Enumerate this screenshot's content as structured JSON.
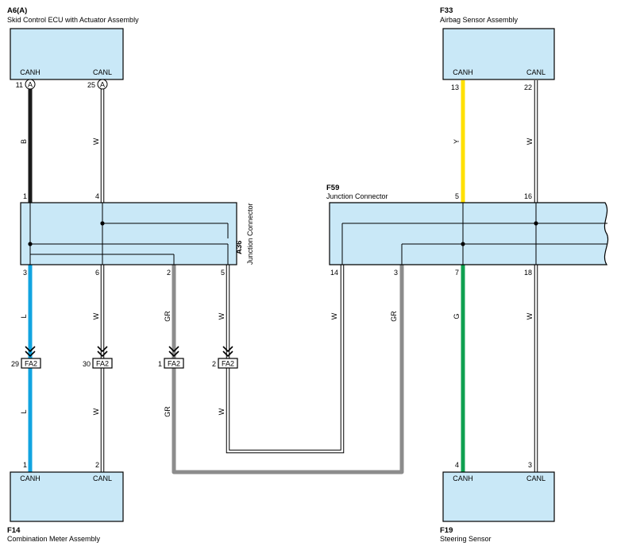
{
  "components": {
    "a6": {
      "code": "A6(A)",
      "name": "Skid Control ECU with Actuator Assembly",
      "canh": "CANH",
      "canl": "CANL",
      "canh_pin": "11",
      "canl_pin": "25",
      "connector_letter": "A"
    },
    "f33": {
      "code": "F33",
      "name": "Airbag Sensor Assembly",
      "canh": "CANH",
      "canl": "CANL",
      "canh_pin": "13",
      "canl_pin": "22"
    },
    "a36": {
      "code": "A36",
      "name": "Junction Connector",
      "pins_top": [
        "1",
        "4"
      ],
      "pins_bottom": [
        "3",
        "6",
        "2",
        "5"
      ]
    },
    "f59": {
      "code": "F59",
      "name": "Junction Connector",
      "pins_top": [
        "5",
        "16"
      ],
      "pins_bottom": [
        "14",
        "3",
        "7",
        "18"
      ]
    },
    "f14": {
      "code": "F14",
      "name": "Combination Meter Assembly",
      "canh": "CANH",
      "canl": "CANL",
      "canh_pin": "1",
      "canl_pin": "2"
    },
    "f19": {
      "code": "F19",
      "name": "Steering Sensor",
      "canh": "CANH",
      "canl": "CANL",
      "canh_pin": "4",
      "canl_pin": "3"
    }
  },
  "connector_fa2": {
    "name": "FA2",
    "pins": [
      "29",
      "30",
      "1",
      "2"
    ]
  },
  "wire_colors": {
    "a6_canh": "B",
    "a6_canl": "W",
    "f33_canh": "Y",
    "f33_canl": "W",
    "a36_3": "L",
    "a36_6": "W",
    "a36_2": "GR",
    "a36_5": "W",
    "f14_canh": "L",
    "f14_canl": "W",
    "branch_gr": "GR",
    "branch_w": "W",
    "f59_14": "W",
    "f59_3": "GR",
    "f59_7": "G",
    "f59_18": "W"
  },
  "colors": {
    "box_fill": "#c9e8f7",
    "wire_black": "#1a1a1a",
    "wire_yellow": "#ffe000",
    "wire_blue": "#11a4e0",
    "wire_gray": "#8c8c8c",
    "wire_green": "#0fa050",
    "wire_white": "#ffffff"
  }
}
